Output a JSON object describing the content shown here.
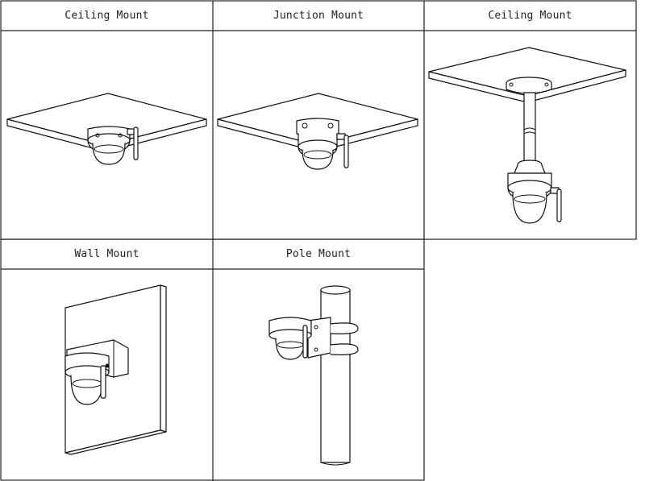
{
  "panels": [
    {
      "title": "Ceiling Mount"
    },
    {
      "title": "Junction Mount"
    },
    {
      "title": "Ceiling Mount"
    },
    {
      "title": "Wall Mount"
    },
    {
      "title": "Pole Mount"
    }
  ]
}
